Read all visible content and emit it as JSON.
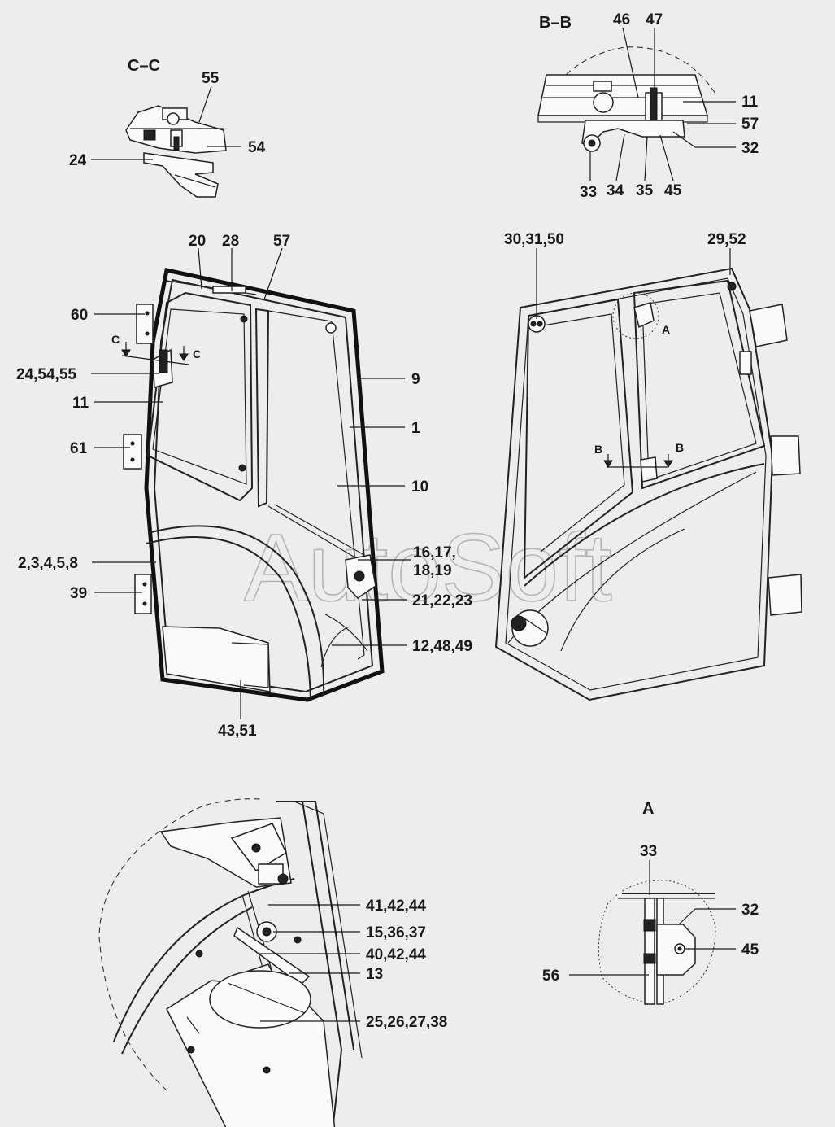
{
  "watermark": "AutoSoft",
  "sections": {
    "cc": "C–C",
    "bb": "B–B",
    "a": "A"
  },
  "cut_marks": {
    "c": "C",
    "b": "B",
    "a": "A"
  },
  "callouts": {
    "cc_55": "55",
    "cc_54": "54",
    "cc_24": "24",
    "bb_46": "46",
    "bb_47": "47",
    "bb_11": "11",
    "bb_57": "57",
    "bb_32": "32",
    "bb_33": "33",
    "bb_34": "34",
    "bb_35": "35",
    "bb_45": "45",
    "top_20": "20",
    "top_28": "28",
    "top_57": "57",
    "top_303150": "30,31,50",
    "top_2952": "29,52",
    "left_60": "60",
    "left_245455": "24,54,55",
    "left_11": "11",
    "left_61": "61",
    "left_23458": "2,3,4,5,8",
    "left_39": "39",
    "right_9": "9",
    "right_1": "1",
    "right_10": "10",
    "right_1617a": "16,17,",
    "right_1617b": "18,19",
    "right_212223": "21,22,23",
    "right_124849": "12,48,49",
    "bottom_4351": "43,51",
    "det_414244": "41,42,44",
    "det_153637": "15,36,37",
    "det_404244": "40,42,44",
    "det_13": "13",
    "det_25262738": "25,26,27,38",
    "a_33": "33",
    "a_32": "32",
    "a_45": "45",
    "a_56": "56"
  }
}
